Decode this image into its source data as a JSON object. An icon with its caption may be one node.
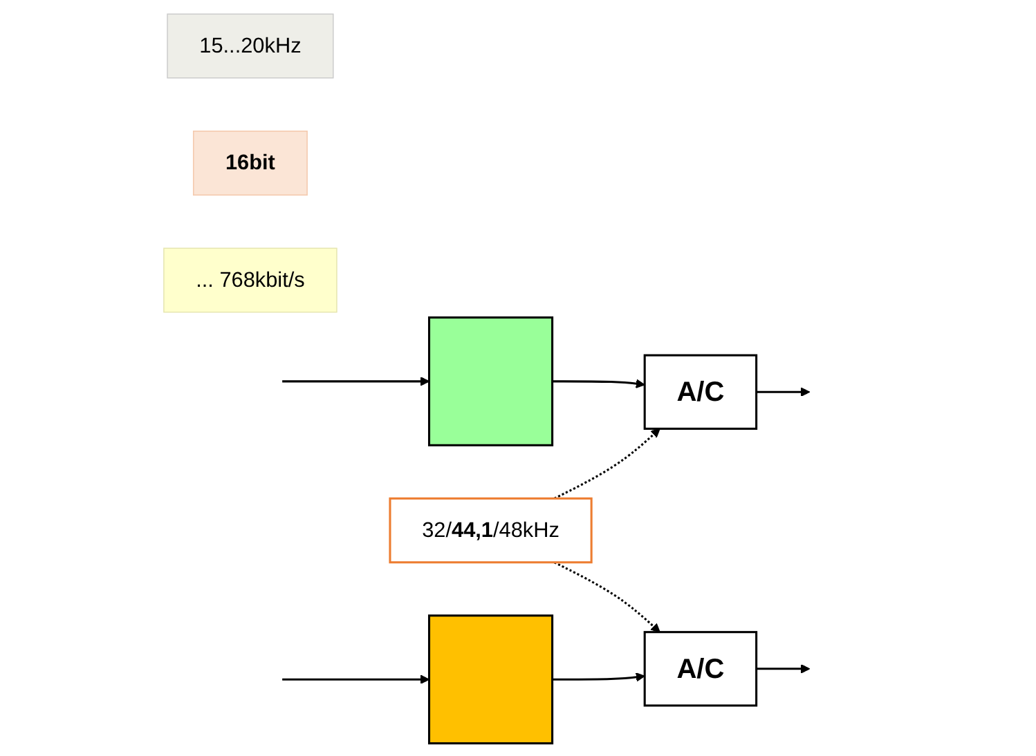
{
  "diagram": {
    "nodes": [
      {
        "text": [
          "15...20kHz"
        ]
      },
      {
        "text": [
          "16bit"
        ]
      },
      {
        "text": [],
        "shape": "box"
      },
      {
        "text": [
          "A/C"
        ]
      },
      {
        "text": [
          "... 768kbit/s"
        ]
      },
      {
        "text": [],
        "shape": "box"
      },
      {
        "text": [
          "A/C"
        ]
      },
      {
        "text": [
          "32/**44,1**/48kHz"
        ]
      }
    ],
    "edges": [
      {
        "from": null,
        "to": 2,
        "arrow": "to"
      },
      {
        "from": 2,
        "to": 3,
        "arrow": "to"
      },
      {
        "from": 3,
        "to": null,
        "arrow": "to"
      },
      {
        "from": null,
        "to": 5,
        "arrow": "to"
      },
      {
        "from": 5,
        "to": 6,
        "arrow": "to"
      },
      {
        "from": 6,
        "to": null,
        "arrow": "to"
      },
      {
        "from": 7,
        "to": 3,
        "arrow": "to",
        "style": "dashed"
      },
      {
        "from": 7,
        "to": 6,
        "arrow": "to",
        "style": "dashed"
      }
    ]
  }
}
